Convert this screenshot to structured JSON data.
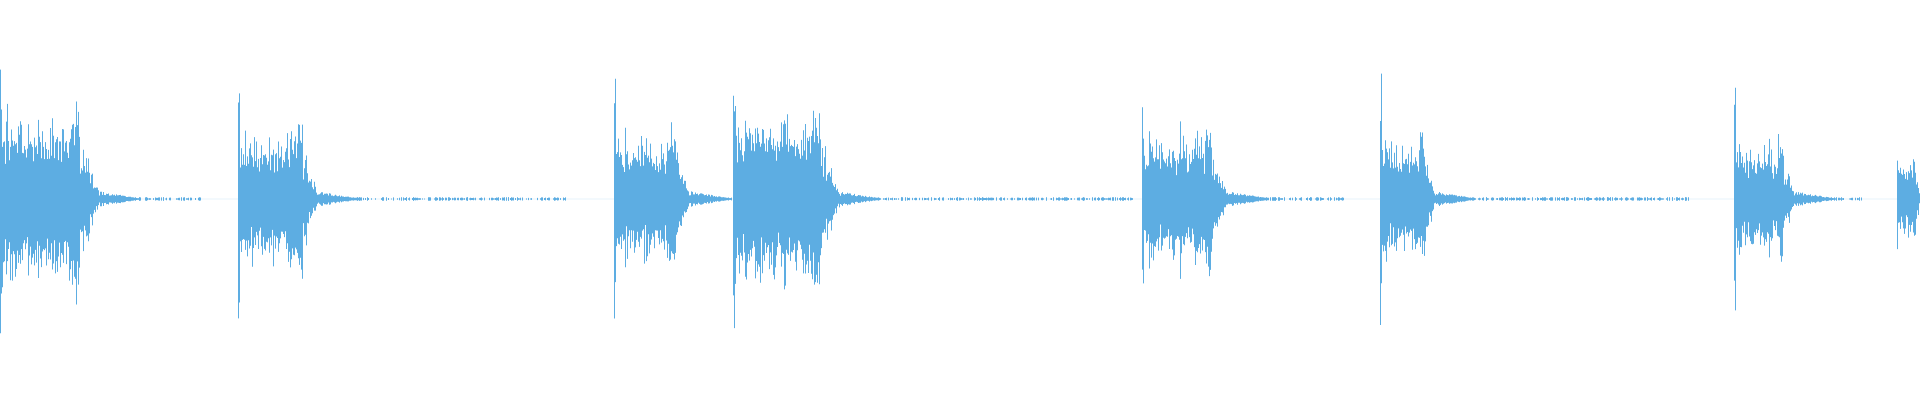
{
  "waveform": {
    "color": "#5dade2",
    "background": "#ffffff",
    "clips": [
      {
        "start": 0.0,
        "end": 0.052,
        "peak": 0.7,
        "body": 0.38
      },
      {
        "start": 0.124,
        "end": 0.166,
        "peak": 0.64,
        "body": 0.3
      },
      {
        "start": 0.32,
        "end": 0.36,
        "peak": 0.68,
        "body": 0.28
      },
      {
        "start": 0.382,
        "end": 0.438,
        "peak": 0.66,
        "body": 0.36
      },
      {
        "start": 0.595,
        "end": 0.64,
        "peak": 0.5,
        "body": 0.28
      },
      {
        "start": 0.719,
        "end": 0.748,
        "peak": 0.66,
        "body": 0.26
      },
      {
        "start": 0.903,
        "end": 0.935,
        "peak": 0.72,
        "body": 0.24
      },
      {
        "start": 0.988,
        "end": 1.0,
        "peak": 0.28,
        "body": 0.18
      }
    ],
    "noise_segments": [
      {
        "start": 0.052,
        "end": 0.105
      },
      {
        "start": 0.166,
        "end": 0.295
      },
      {
        "start": 0.36,
        "end": 0.382
      },
      {
        "start": 0.438,
        "end": 0.59
      },
      {
        "start": 0.64,
        "end": 0.7
      },
      {
        "start": 0.748,
        "end": 0.88
      },
      {
        "start": 0.935,
        "end": 0.97
      }
    ]
  }
}
